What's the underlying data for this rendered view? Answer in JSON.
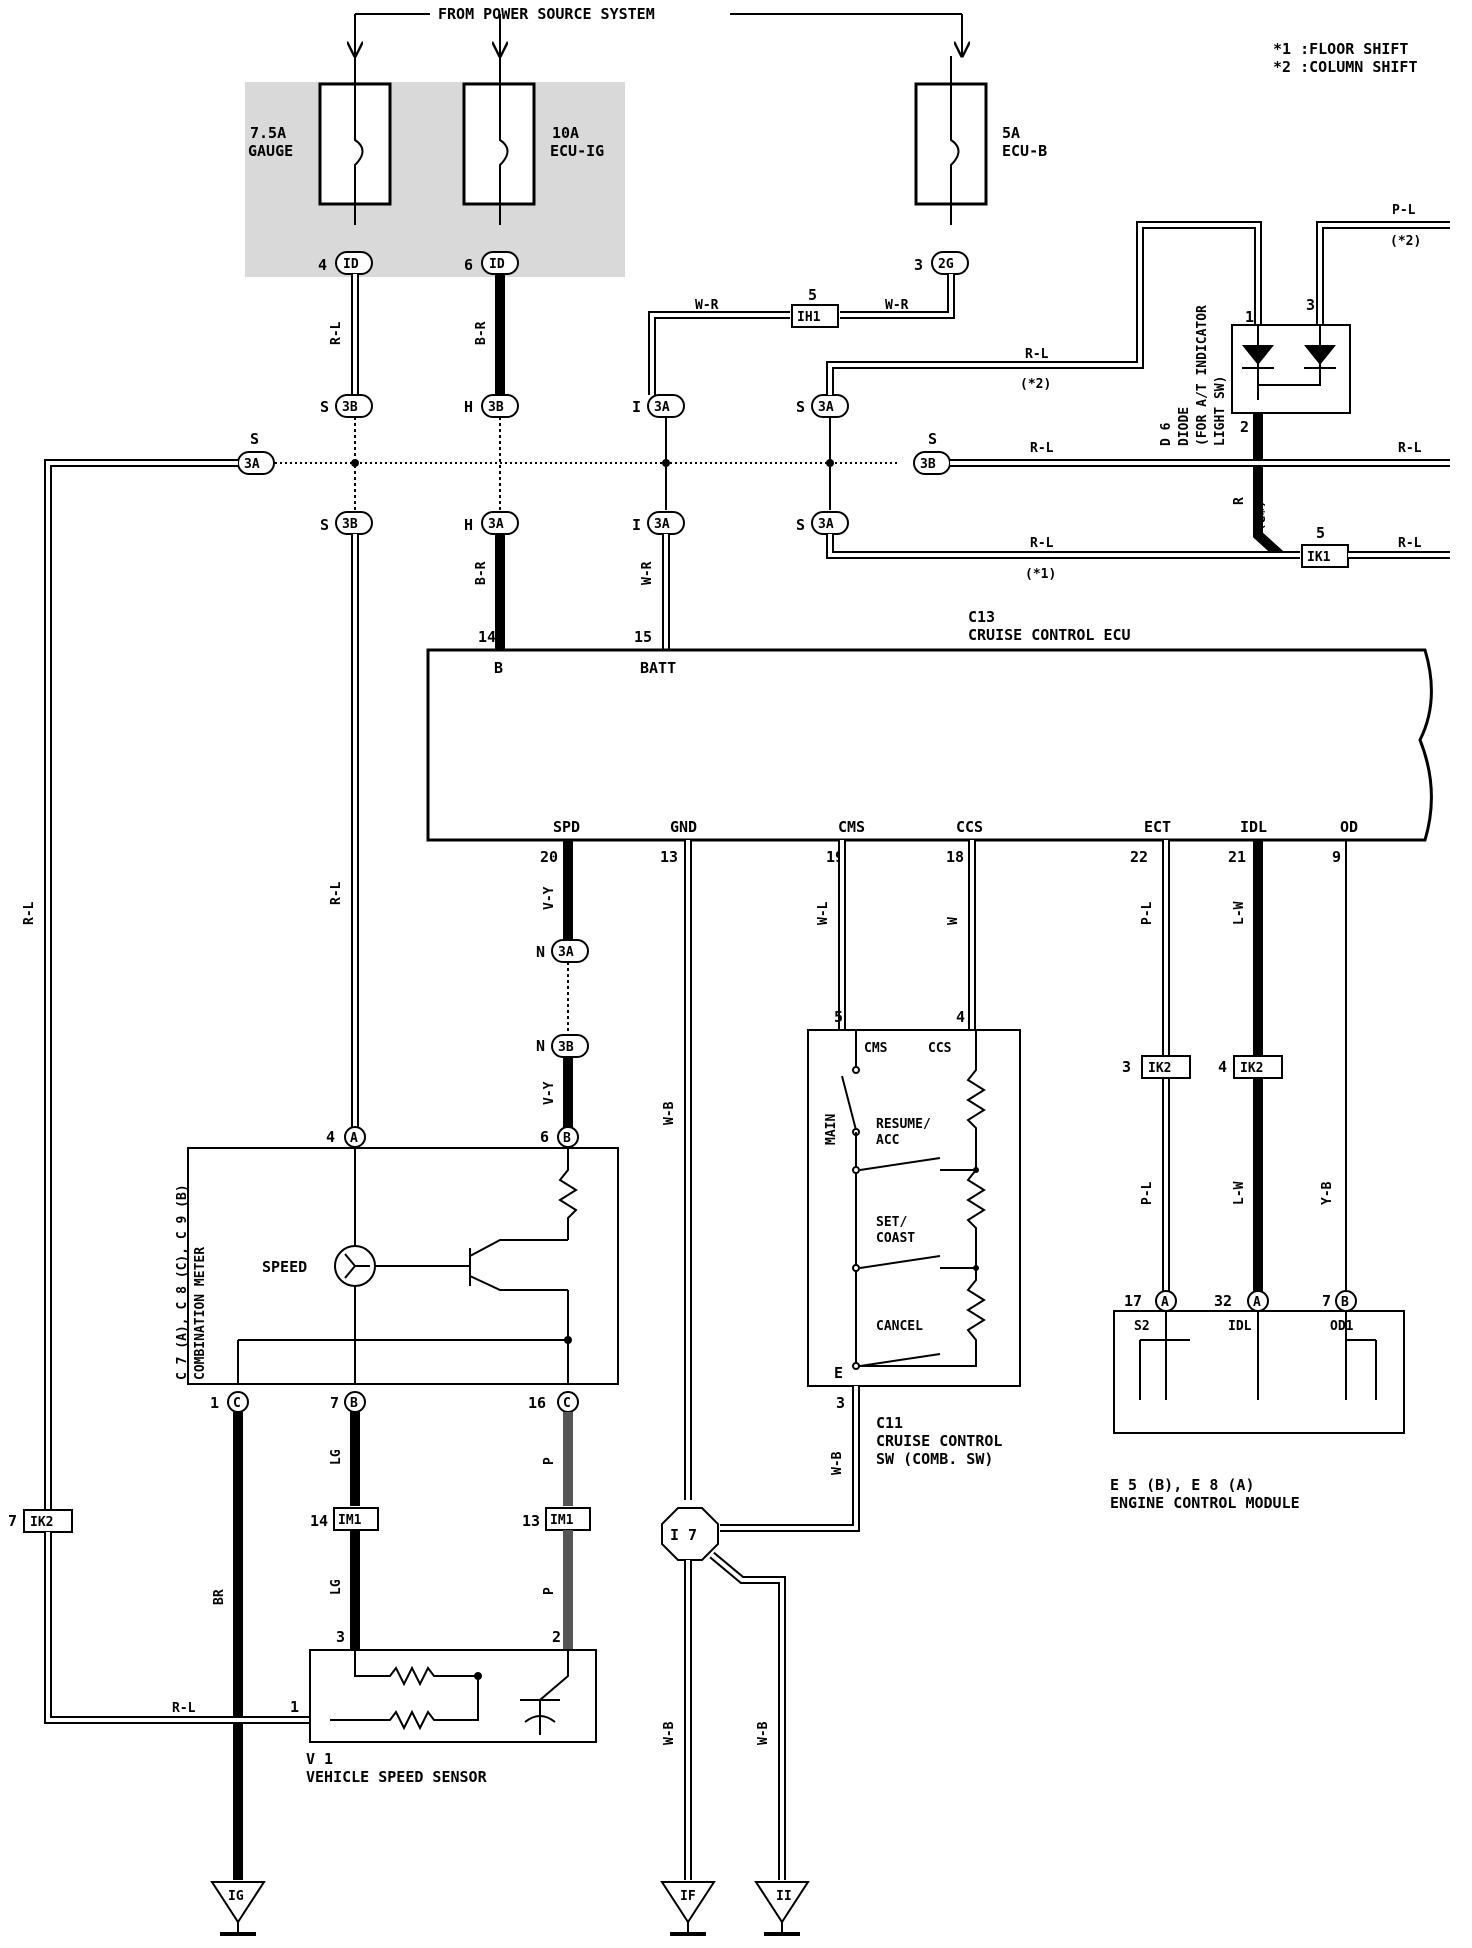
{
  "notes": [
    "*1 :FLOOR SHIFT",
    "*2 :COLUMN SHIFT"
  ],
  "power_source": "FROM POWER SOURCE SYSTEM",
  "fuses": [
    {
      "rating": "7.5A",
      "name": "GAUGE"
    },
    {
      "rating": "10A",
      "name": "ECU-IG"
    },
    {
      "rating": "5A",
      "name": "ECU-B"
    }
  ],
  "connectors": {
    "id1": "ID",
    "id2": "ID",
    "2g": "2G",
    "ih1": "IH1",
    "3b_s": "3B",
    "3b_h": "3B",
    "3a_i": "3A",
    "3a_s": "3A",
    "3a_left": "3A",
    "3b_right": "3B",
    "3b_s2": "3B",
    "3a_h2": "3A",
    "3a_i2": "3A",
    "3a_s2": "3A",
    "ik1": "IK1",
    "3a_n": "3A",
    "3b_n": "3B",
    "ik2_a": "IK2",
    "ik2_b": "IK2",
    "ik2_c": "IK2",
    "im1_a": "IM1",
    "im1_b": "IM1",
    "c_1": "C",
    "b_7": "B",
    "c_16": "C",
    "a_4": "A",
    "b_6": "B",
    "a_17": "A",
    "a_32": "A",
    "b_7e": "B"
  },
  "pins": {
    "p4": "4",
    "p6": "6",
    "p3": "3",
    "p5": "5",
    "s1": "S",
    "h1": "H",
    "i1": "I",
    "s2": "S",
    "s3": "S",
    "s4": "S",
    "s5": "S",
    "h2": "H",
    "i2": "I",
    "s6": "S",
    "p5b": "5",
    "n1": "N",
    "n2": "N",
    "p14": "14",
    "p15": "15",
    "p20": "20",
    "p13": "13",
    "p19": "19",
    "p18": "18",
    "p22": "22",
    "p21": "21",
    "p9": "9",
    "sw5": "5",
    "sw4": "4",
    "sw3": "3",
    "ik2_3": "3",
    "ik2_4": "4",
    "ik2_7": "7",
    "m4": "4",
    "m6": "6",
    "m1": "1",
    "m7": "7",
    "m16": "16",
    "im14": "14",
    "im13": "13",
    "e17": "17",
    "e32": "32",
    "e7": "7",
    "v3": "3",
    "v2": "2",
    "v1": "1",
    "d1": "1",
    "d3": "3",
    "d2": "2"
  },
  "wires": {
    "rl1": "R-L",
    "br1": "B-R",
    "wr1": "W-R",
    "wr2": "W-R",
    "rl2": "R-L",
    "rl2n": "(*2)",
    "rl3": "R-L",
    "rl4": "R-L",
    "rl5": "R-L",
    "rl5n": "(*1)",
    "rl6": "R-L",
    "pl1": "P-L",
    "pl1n": "(*2)",
    "r1": "R",
    "r1n": "(*2)",
    "rl7": "R-L",
    "br2": "B-R",
    "wr3": "W-R",
    "rl8": "R-L",
    "vy1": "V-Y",
    "vy2": "V-Y",
    "wl": "W-L",
    "w": "W",
    "wb1": "W-B",
    "pl2": "P-L",
    "lw1": "L-W",
    "pl3": "P-L",
    "lw2": "L-W",
    "yb": "Y-B",
    "lg1": "LG",
    "p1": "P",
    "lg2": "LG",
    "p2": "P",
    "br": "BR",
    "rl9": "R-L",
    "wb2": "W-B",
    "wb3": "W-B",
    "wb4": "W-B"
  },
  "ecu": {
    "code": "C13",
    "name": "CRUISE CONTROL ECU",
    "terminals": {
      "b": "B",
      "batt": "BATT",
      "spd": "SPD",
      "gnd": "GND",
      "cms": "CMS",
      "ccs": "CCS",
      "ect": "ECT",
      "idl": "IDL",
      "od": "OD"
    }
  },
  "diode": {
    "code": "D 6",
    "name": "DIODE",
    "sub1": "(FOR A/T INDICATOR",
    "sub2": "LIGHT SW)"
  },
  "meter": {
    "code": "C 7 (A), C 8 (C), C 9 (B)",
    "name": "COMBINATION METER",
    "speed": "SPEED"
  },
  "switch": {
    "code": "C11",
    "name1": "CRUISE CONTROL",
    "name2": "SW (COMB. SW)",
    "cms": "CMS",
    "ccs": "CCS",
    "main": "MAIN",
    "resume1": "RESUME/",
    "resume2": "ACC",
    "set1": "SET/",
    "set2": "COAST",
    "cancel": "CANCEL",
    "e": "E"
  },
  "ecm": {
    "code": "E 5 (B), E 8 (A)",
    "name": "ENGINE CONTROL MODULE",
    "s2": "S2",
    "idl": "IDL",
    "od1": "OD1"
  },
  "sensor": {
    "code": "V 1",
    "name": "VEHICLE SPEED SENSOR"
  },
  "joint": "I 7",
  "grounds": {
    "ig": "IG",
    "if": "IF",
    "ii": "II"
  }
}
